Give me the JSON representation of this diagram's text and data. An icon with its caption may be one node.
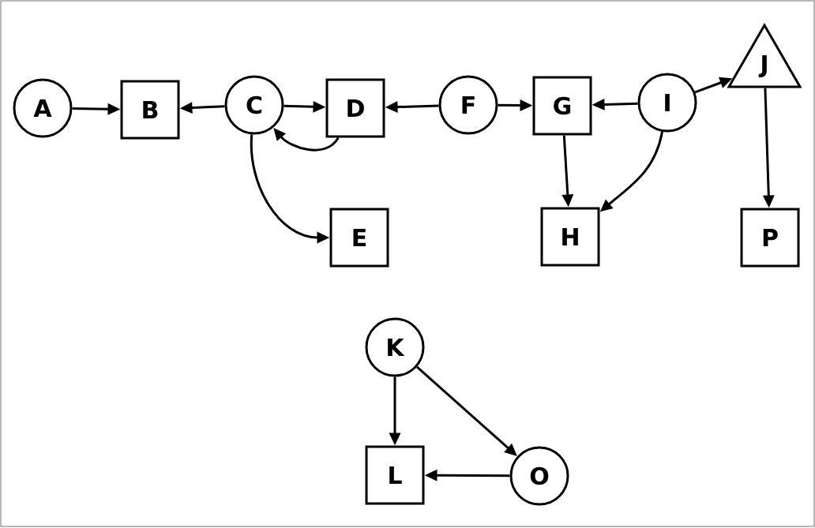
{
  "diagram": {
    "nodes": [
      {
        "text": [
          "A"
        ]
      },
      {
        "text": [
          "B"
        ]
      },
      {
        "text": [
          "C"
        ]
      },
      {
        "text": [
          "D"
        ]
      },
      {
        "text": [
          "E"
        ]
      },
      {
        "text": [
          "F"
        ]
      },
      {
        "text": [
          "G"
        ]
      },
      {
        "text": [
          "H"
        ]
      },
      {
        "text": [
          "I"
        ]
      },
      {
        "text": [
          "J"
        ]
      },
      {
        "text": [
          "P"
        ]
      },
      {
        "text": [
          "K"
        ]
      },
      {
        "text": [
          "L"
        ]
      },
      {
        "text": [
          "O"
        ]
      }
    ],
    "edges": [
      {
        "from": 0,
        "to": 1,
        "arrow": "to"
      },
      {
        "from": 2,
        "to": 1,
        "arrow": "to"
      },
      {
        "from": 2,
        "to": 3,
        "arrow": "to"
      },
      {
        "from": 3,
        "to": 2,
        "arrow": "to"
      },
      {
        "from": 2,
        "to": 4,
        "arrow": "to"
      },
      {
        "from": 5,
        "to": 3,
        "arrow": "to"
      },
      {
        "from": 5,
        "to": 6,
        "arrow": "to"
      },
      {
        "from": 8,
        "to": 6,
        "arrow": "to"
      },
      {
        "from": 8,
        "to": 9,
        "arrow": "to"
      },
      {
        "from": 6,
        "to": 7,
        "arrow": "to"
      },
      {
        "from": 8,
        "to": 7,
        "arrow": "to"
      },
      {
        "from": 9,
        "to": 10,
        "arrow": "to"
      },
      {
        "from": 11,
        "to": 12,
        "arrow": "to"
      },
      {
        "from": 11,
        "to": 13,
        "arrow": "to"
      },
      {
        "from": 13,
        "to": 12,
        "arrow": "to"
      }
    ]
  }
}
